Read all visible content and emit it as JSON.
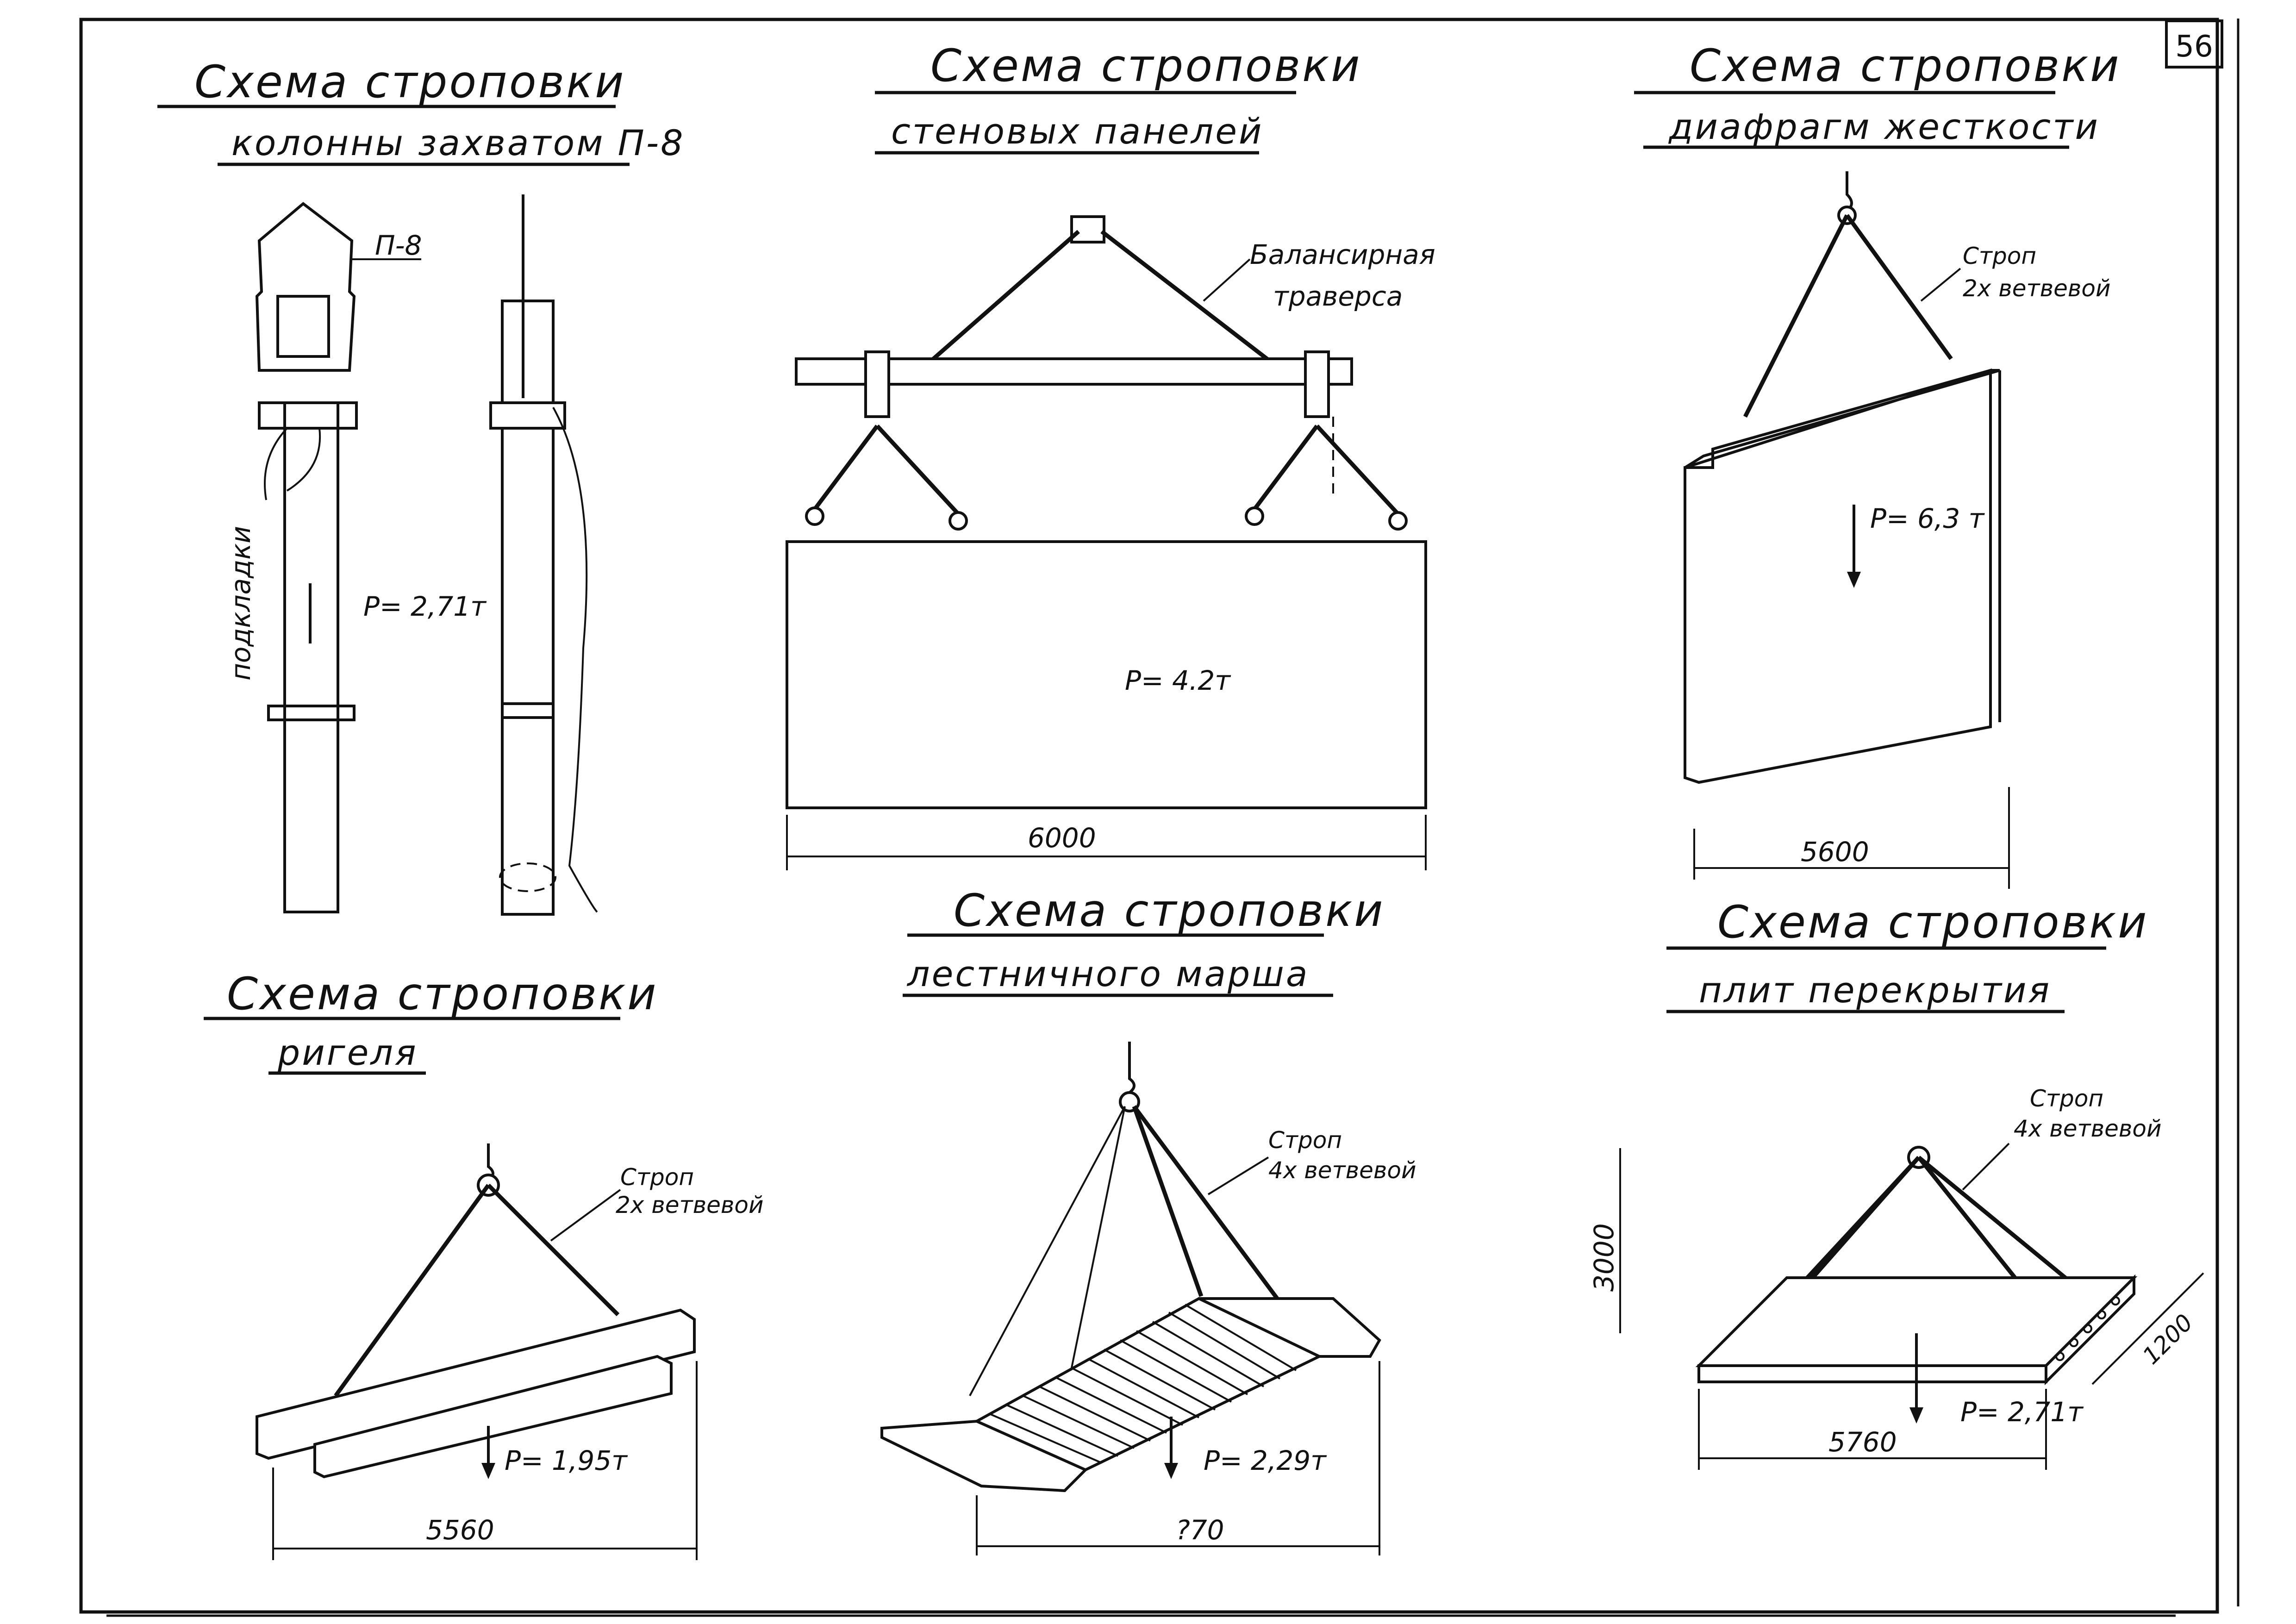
{
  "page_number": "56",
  "d1": {
    "title": "Схема строповки",
    "subtitle": "колонны захватом П-8",
    "gripper_label": "П-8",
    "pad_label": "подкладки",
    "weight": "P= 2,71т"
  },
  "d2": {
    "title": "Схема строповки",
    "subtitle": "стеновых панелей",
    "beam_label_1": "Балансирная",
    "beam_label_2": "траверса",
    "weight": "P= 4.2т",
    "dimension": "6000"
  },
  "d3": {
    "title": "Схема строповки",
    "subtitle": "диафрагм жесткости",
    "sling_1": "Строп",
    "sling_2": "2х ветвевой",
    "weight": "P= 6,3 т",
    "dimension": "5600"
  },
  "d4": {
    "title": "Схема строповки",
    "subtitle": "ригеля",
    "sling_1": "Строп",
    "sling_2": "2х ветвевой",
    "weight": "P= 1,95т",
    "dimension": "5560"
  },
  "d5": {
    "title": "Схема строповки",
    "subtitle": "лестничного марша",
    "sling_1": "Строп",
    "sling_2": "4х ветвевой",
    "weight": "P= 2,29т",
    "dimension": "?70"
  },
  "d6": {
    "title": "Схема строповки",
    "subtitle": "плит перекрытия",
    "sling_1": "Строп",
    "sling_2": "4х ветвевой",
    "weight": "P= 2,71т",
    "dimension": "5760",
    "height_dim": "3000",
    "width_dim": "1200"
  }
}
